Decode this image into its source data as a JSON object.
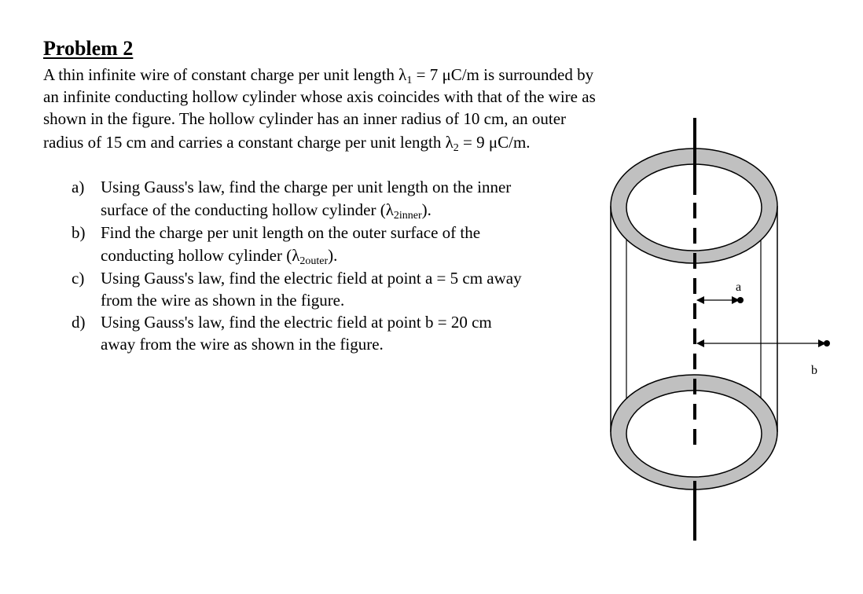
{
  "problem": {
    "title": "Problem 2",
    "intro": {
      "line1_a": "A thin infinite wire of constant charge per unit length λ",
      "line1_sub": "1",
      "line1_b": " = 7 μC/m is surrounded by",
      "line2": "an infinite conducting hollow cylinder whose axis coincides with that of the wire as",
      "line3": "shown in the figure.  The hollow cylinder has an inner radius of 10 cm, an outer",
      "line4_a": "radius of 15 cm and carries a constant charge per unit length λ",
      "line4_sub": "2",
      "line4_b": " = 9 μC/m."
    },
    "parts": [
      {
        "label": "a)",
        "line1": "Using Gauss's law, find the charge per unit length on the inner",
        "line2_a": "surface of the conducting hollow cylinder (λ",
        "line2_sub": "2inner",
        "line2_b": ")."
      },
      {
        "label": "b)",
        "line1": "Find the charge per unit length on the outer surface of the",
        "line2_a": "conducting hollow cylinder (λ",
        "line2_sub": "2outer",
        "line2_b": ")."
      },
      {
        "label": "c)",
        "line1": "Using Gauss's law, find the electric field at point a = 5 cm away",
        "line2": "from the wire as shown in the figure."
      },
      {
        "label": "d)",
        "line1": "Using Gauss's law, find the electric field at point b = 20 cm",
        "line2": "away from the wire as shown in the figure."
      }
    ]
  },
  "figure": {
    "point_a_label": "a",
    "point_b_label": "b",
    "ring_fill": "#c0c0c0",
    "stroke": "#000000"
  }
}
